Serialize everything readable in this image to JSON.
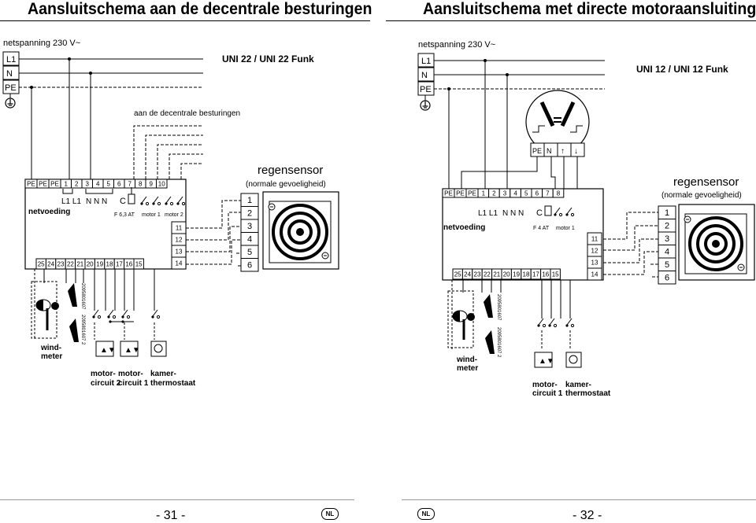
{
  "left": {
    "title": "Aansluitschema aan de decentrale besturingen",
    "supply": "netspanning 230 V~",
    "lines": [
      "L1",
      "N",
      "PE"
    ],
    "model": "UNI 22 / UNI 22 Funk",
    "decentral_label": "aan de decentrale besturingen",
    "top_terminals": [
      "PE",
      "PE",
      "PE",
      "1",
      "2",
      "3",
      "4",
      "5",
      "6",
      "7",
      "8",
      "9",
      "10"
    ],
    "supply_terms": [
      "L1",
      "L1",
      "N",
      "N",
      "N",
      "C"
    ],
    "netvoeding": "netvoeding",
    "fuse": "F 6,3 AT",
    "motor1": "motor 1",
    "motor2": "motor 2",
    "side_terminals": [
      "11",
      "12",
      "13",
      "14"
    ],
    "bottom_terminals": [
      "25",
      "24",
      "23",
      "22",
      "21",
      "20",
      "19",
      "18",
      "17",
      "16",
      "15"
    ],
    "sensor_code1": "2095801607",
    "sensor_code2": "2095801607 2",
    "windmeter": [
      "wind-",
      "meter"
    ],
    "motor_circuit2": [
      "motor-",
      "circuit 2"
    ],
    "motor_circuit1": [
      "motor-",
      "circuit 1"
    ],
    "thermostat": [
      "kamer-",
      "thermostaat"
    ],
    "regensensor": "regensensor",
    "sensitivity": "(normale gevoeligheid)",
    "sensor_terminals": [
      "1",
      "2",
      "3",
      "4",
      "5",
      "6"
    ],
    "page_number": "- 31 -",
    "lang": "NL"
  },
  "right": {
    "title": "Aansluitschema met directe motoraansluiting",
    "supply": "netspanning 230 V~",
    "lines": [
      "L1",
      "N",
      "PE"
    ],
    "model": "UNI 12 / UNI 12 Funk",
    "motor_terms": [
      "PE",
      "N",
      "↑",
      "↓"
    ],
    "top_terminals": [
      "PE",
      "PE",
      "PE",
      "1",
      "2",
      "3",
      "4",
      "5",
      "6",
      "7",
      "8"
    ],
    "supply_terms": [
      "L1",
      "L1",
      "N",
      "N",
      "N",
      "C"
    ],
    "netvoeding": "netvoeding",
    "fuse": "F 4 AT",
    "motor1": "motor 1",
    "side_terminals": [
      "11",
      "12",
      "13",
      "14"
    ],
    "bottom_terminals": [
      "25",
      "24",
      "23",
      "22",
      "21",
      "20",
      "19",
      "18",
      "17",
      "16",
      "15"
    ],
    "sensor_code1": "2095801607",
    "sensor_code2": "2095801607 2",
    "windmeter": [
      "wind-",
      "meter"
    ],
    "motor_circuit1": [
      "motor-",
      "circuit 1"
    ],
    "thermostat": [
      "kamer-",
      "thermostaat"
    ],
    "regensensor": "regensensor",
    "sensitivity": "(normale gevoeligheid)",
    "sensor_terminals": [
      "1",
      "2",
      "3",
      "4",
      "5",
      "6"
    ],
    "page_number": "- 32 -",
    "lang": "NL"
  }
}
